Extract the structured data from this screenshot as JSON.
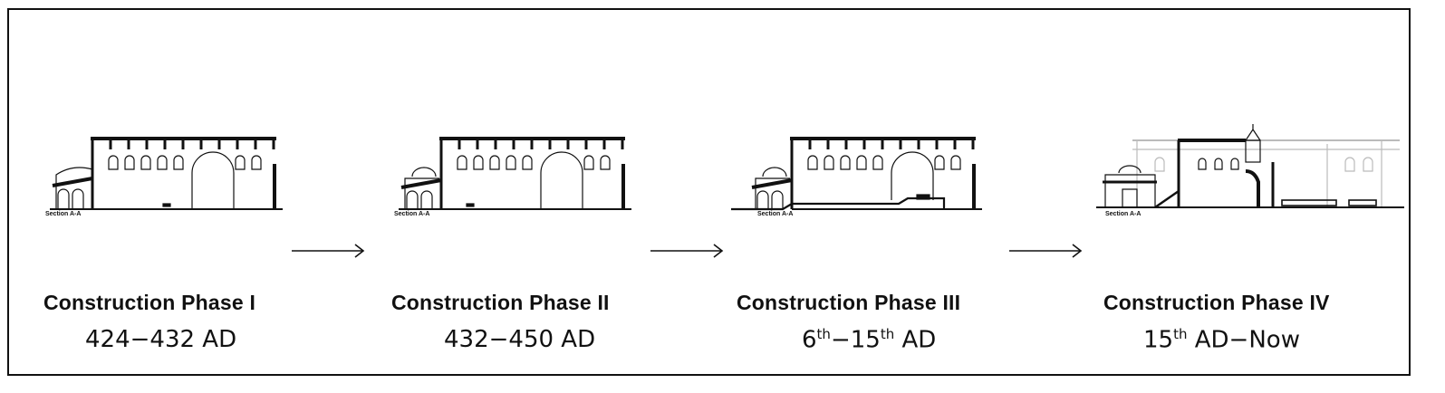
{
  "phases": [
    {
      "title": "Construction Phase I",
      "dates": "424−432 AD",
      "section_label": "Section A-A"
    },
    {
      "title": "Construction Phase II",
      "dates": "432−450 AD",
      "section_label": "Section A-A"
    },
    {
      "title": "Construction Phase III",
      "dates_from": "6",
      "dates_from_sup": "th",
      "dates_sep": "−",
      "dates_to": "15",
      "dates_to_sup": "th",
      "dates_suffix": " AD",
      "section_label": "Section A-A"
    },
    {
      "title": "Construction Phase IV",
      "dates_from": "15",
      "dates_from_sup": "th",
      "dates_suffix": " AD−Now",
      "section_label": "Section A-A"
    }
  ],
  "colors": {
    "ink": "#111111",
    "ghost": "#bbbbbb",
    "frame": "#111111"
  },
  "icons": [
    "right-arrow-icon",
    "right-arrow-icon",
    "right-arrow-icon"
  ]
}
